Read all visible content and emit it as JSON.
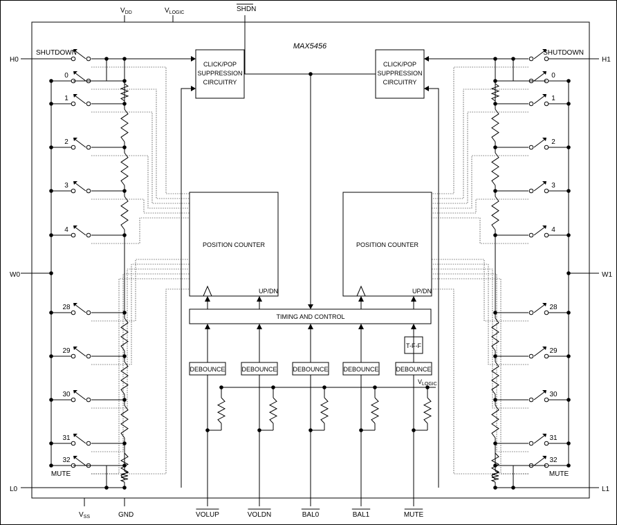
{
  "chip": {
    "name": "MAX5456"
  },
  "supply": {
    "vdd": "V",
    "vdd_sub": "DD",
    "vlogic": "V",
    "vlogic_sub": "LOGIC",
    "shdn": "SHDN",
    "vss": "V",
    "vss_sub": "SS",
    "gnd": "GND"
  },
  "pins": {
    "h0": "H0",
    "h1": "H1",
    "w0": "W0",
    "w1": "W1",
    "l0": "L0",
    "l1": "L1"
  },
  "taps": {
    "shutdown": "SHUTDOWN",
    "mute": "MUTE",
    "numbers": [
      "0",
      "1",
      "2",
      "3",
      "4",
      "28",
      "29",
      "30",
      "31",
      "32"
    ]
  },
  "blocks": {
    "click_pop": [
      "CLICK/POP",
      "SUPPRESSION",
      "CIRCUITRY"
    ],
    "position_counter": "POSITION COUNTER",
    "up_dn": "UP/DN",
    "timing": "TIMING AND CONTROL",
    "debounce": "DEBOUNCE",
    "tff": "T-F-F",
    "vlogic_inner": "V",
    "vlogic_inner_sub": "LOGIC"
  },
  "inputs": [
    "VOLUP",
    "VOLDN",
    "BAL0",
    "BAL1",
    "MUTE"
  ]
}
